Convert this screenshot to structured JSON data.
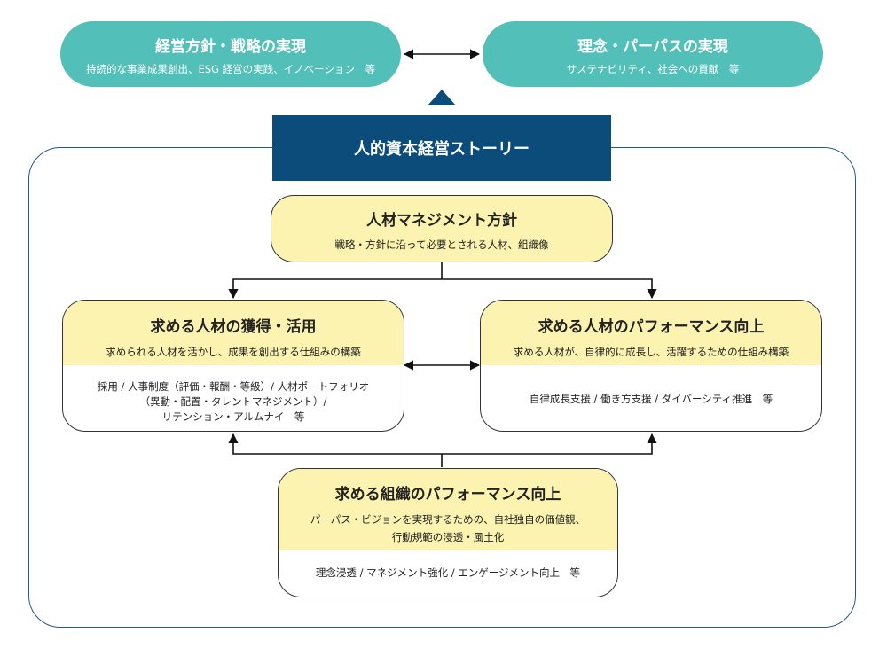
{
  "top_left": {
    "title": "経営方針・戦略の実現",
    "subtitle": "持続的な事業成果創出、ESG 経営の実践、イノベーション　等"
  },
  "top_right": {
    "title": "理念・パーパスの実現",
    "subtitle": "サステナビリティ、社会への貢献　等"
  },
  "banner": "人的資本経営ストーリー",
  "management": {
    "title": "人材マネジメント方針",
    "subtitle": "戦略・方針に沿って必要とされる人材、組織像"
  },
  "acquire": {
    "title": "求める人材の獲得・活用",
    "subtitle": "求められる人材を活かし、成果を創出する仕組みの構築",
    "body": [
      "採用 / 人事制度（評価・報酬・等級）/ 人材ポートフォリオ",
      "（異動・配置・タレントマネジメント）/",
      "リテンション・アルムナイ　等"
    ]
  },
  "performance": {
    "title": "求める人材のパフォーマンス向上",
    "subtitle": "求める人材が、自律的に成長し、活躍するための仕組み構築",
    "body": "自律成長支援 / 働き方支援 / ダイバーシティ推進　等"
  },
  "organization": {
    "title": "求める組織のパフォーマンス向上",
    "subtitle_lines": [
      "パーパス・ビジョンを実現するための、自社独自の価値観、",
      "行動規範の浸透・風土化"
    ],
    "body": "理念浸透 / マネジメント強化 / エンゲージメント向上　等"
  }
}
